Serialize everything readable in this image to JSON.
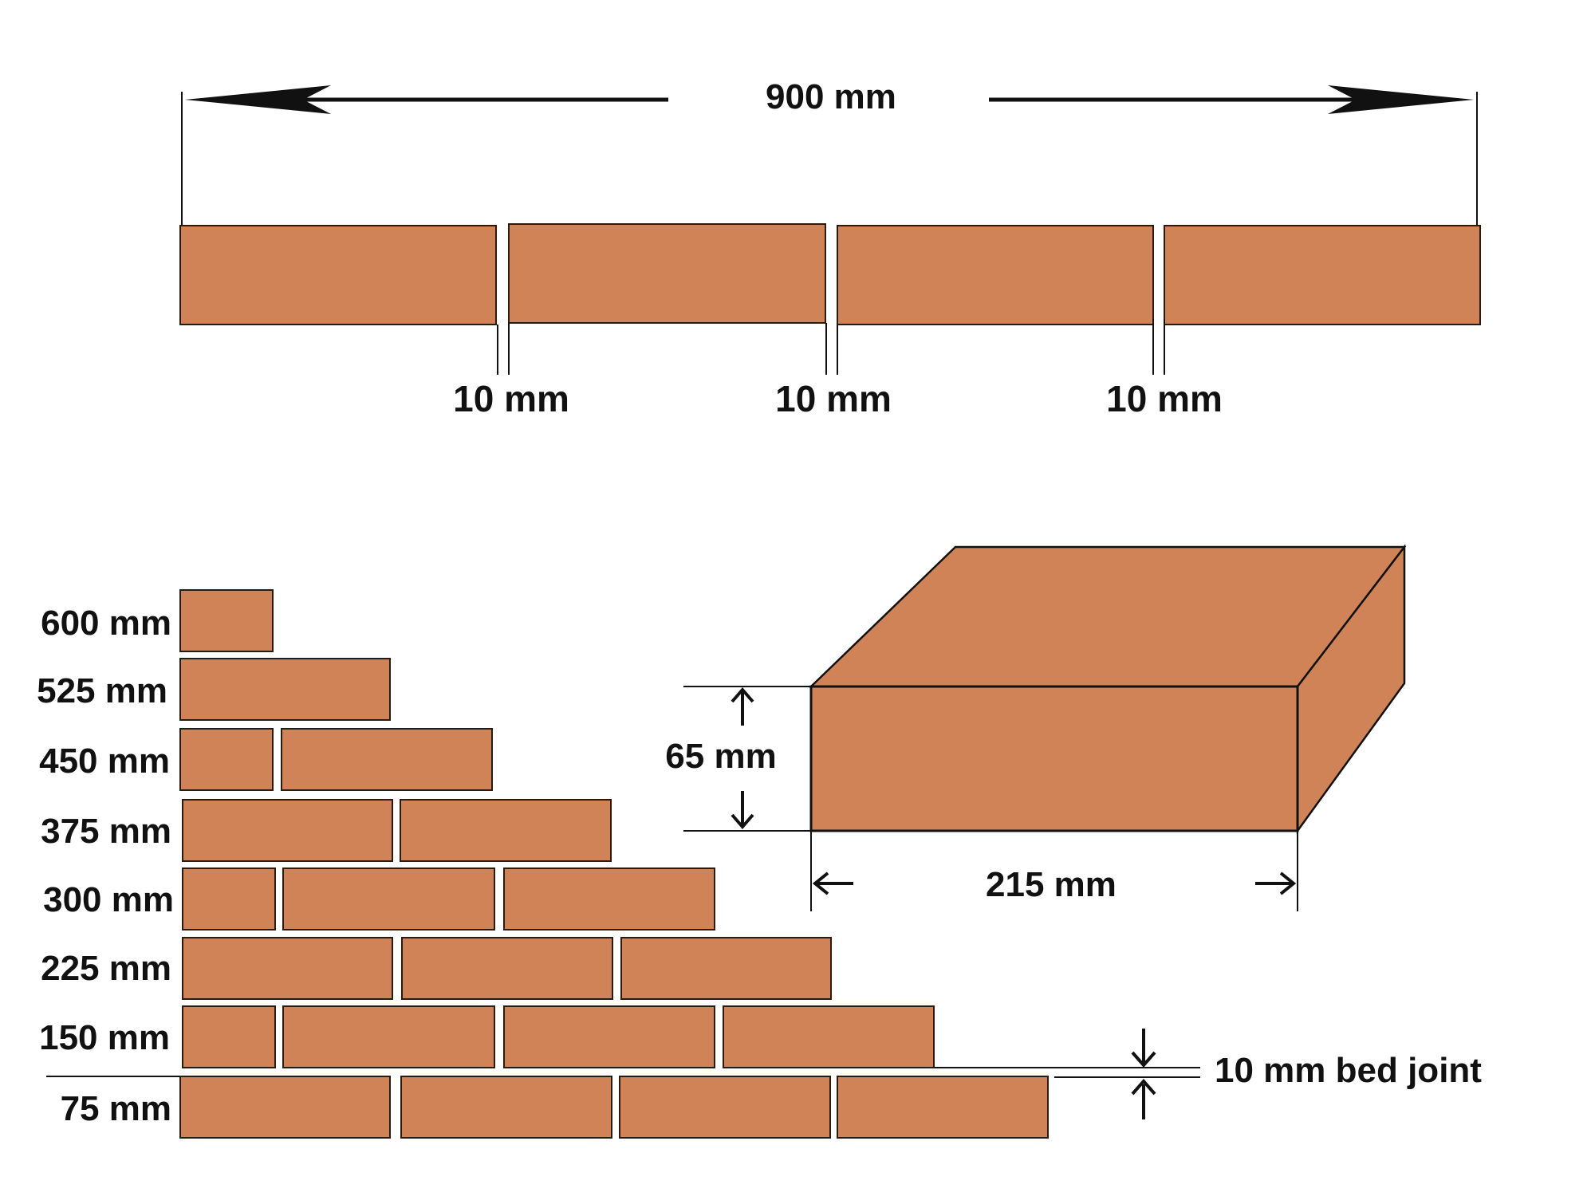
{
  "colors": {
    "brick": "#CF8356",
    "outline": "#2a1a10",
    "line": "#111111",
    "background": "#ffffff"
  },
  "top": {
    "total_length": "900 mm",
    "joints": [
      "10 mm",
      "10 mm",
      "10 mm"
    ]
  },
  "wall": {
    "course_heights": [
      "600 mm",
      "525 mm",
      "450 mm",
      "375 mm",
      "300 mm",
      "225 mm",
      "150 mm",
      "75 mm"
    ],
    "bed_joint": "10 mm bed joint"
  },
  "brick": {
    "height": "65 mm",
    "length": "215 mm"
  }
}
